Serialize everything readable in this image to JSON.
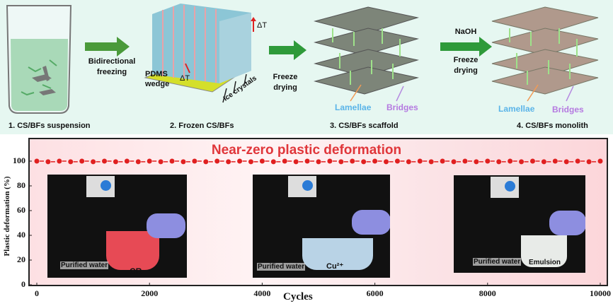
{
  "top": {
    "steps": [
      "1. CS/BFs suspension",
      "2. Frozen CS/BFs",
      "3. CS/BFs scaffold",
      "4. CS/BFs monolith"
    ],
    "arrow1": [
      "Bidirectional",
      "freezing"
    ],
    "arrow2": [
      "Freeze",
      "drying"
    ],
    "arrow3": {
      "top": "NaOH",
      "bottom": [
        "Freeze",
        "drying"
      ]
    },
    "pdms": [
      "PDMS",
      "wedge"
    ],
    "delta_t": "ΔT",
    "ice": "Ice crystals",
    "lamellae": "Lamellae",
    "bridges": "Bridges"
  },
  "chart_data": {
    "type": "scatter",
    "title": "Near-zero plastic deformation",
    "xlabel": "Cycles",
    "ylabel": "Plastic deformation (%)",
    "xlim": [
      0,
      10000
    ],
    "ylim": [
      0,
      118
    ],
    "xticks": [
      "0",
      "2000",
      "4000",
      "6000",
      "8000",
      "10000"
    ],
    "yticks": [
      "0",
      "20",
      "40",
      "60",
      "80",
      "100"
    ],
    "series": [
      {
        "name": "plastic deformation",
        "x_start": 0,
        "x_step": 200,
        "count": 51,
        "values_pattern": [
          100,
          99.5
        ]
      }
    ],
    "color": "#e02020"
  },
  "photos": [
    {
      "left": "Purified water",
      "right": "CR"
    },
    {
      "left": "Purified water",
      "right": "Cu²⁺"
    },
    {
      "left": "Purified water",
      "right": "Emulsion"
    }
  ]
}
